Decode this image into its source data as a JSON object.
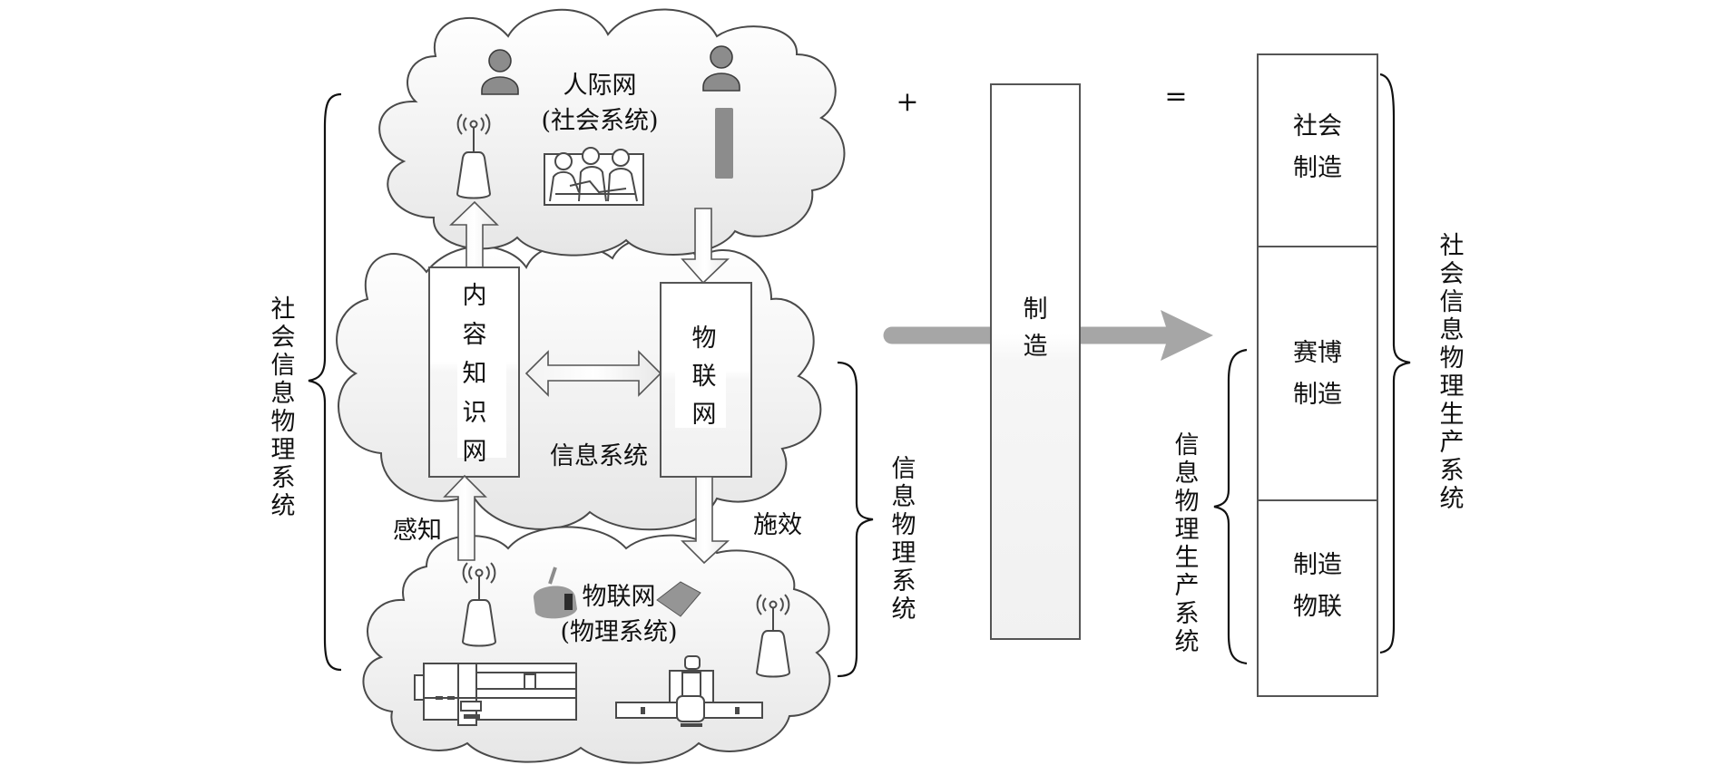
{
  "diagram": {
    "title": "",
    "social_cloud": {
      "title": "人际网",
      "subtitle": "(社会系统)",
      "icons": [
        "person-icon",
        "person-icon",
        "antenna-icon",
        "group-meeting-icon",
        "mobile-device-icon"
      ]
    },
    "info_cloud": {
      "label": "信息系统",
      "content_knowledge_net": [
        "内",
        "容",
        "知",
        "识",
        "网"
      ],
      "iot_net": [
        "物",
        "联",
        "网"
      ],
      "relation": "bidirectional"
    },
    "physical_cloud": {
      "title": "物联网",
      "subtitle": "(物理系统)",
      "icons": [
        "antenna-icon",
        "sensor-icon",
        "tablet-icon",
        "antenna-icon",
        "cnc-machine-icon",
        "robot-machine-icon"
      ]
    },
    "flows": {
      "sensing": "感知",
      "actuation": "施效"
    },
    "braces": {
      "left": [
        "社",
        "会",
        "信",
        "息",
        "物",
        "理",
        "系",
        "统"
      ],
      "middle": [
        "信",
        "息",
        "物",
        "理",
        "系",
        "统"
      ],
      "right_inner": [
        "信",
        "息",
        "物",
        "理",
        "生",
        "产",
        "系",
        "统"
      ],
      "right_outer": [
        "社",
        "会",
        "信",
        "息",
        "物",
        "理",
        "生",
        "产",
        "系",
        "统"
      ]
    },
    "operators": {
      "plus": "+",
      "equals": "="
    },
    "manufacturing_bar": [
      "制",
      "造"
    ],
    "result_column": [
      {
        "line1": "社会",
        "line2": "制造"
      },
      {
        "line1": "赛博",
        "line2": "制造"
      },
      {
        "line1": "制造",
        "line2": "物联"
      }
    ],
    "colors": {
      "flow_arrow": "#a6a6a6",
      "cloud_fill_top": "#ffffff",
      "cloud_fill_bottom": "#ececec",
      "outline": "#4a4a4a",
      "icon_gray": "#8c8c8c"
    }
  }
}
